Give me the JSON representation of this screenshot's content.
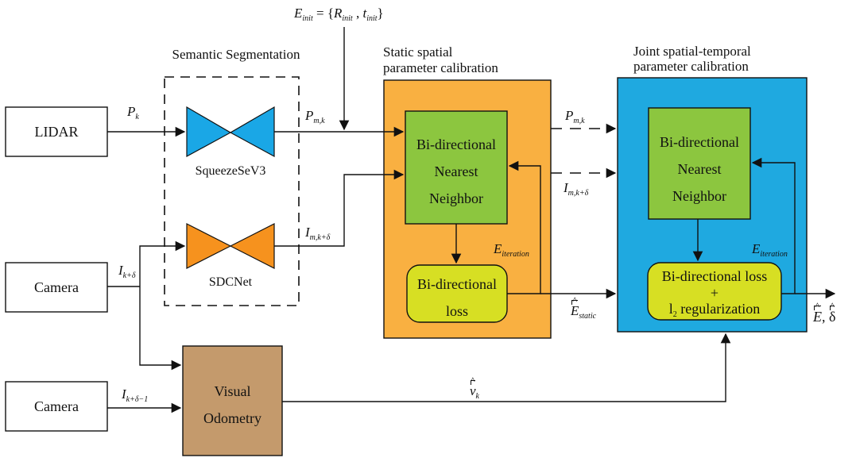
{
  "section_titles": {
    "semantic_segmentation": "Semantic Segmentation",
    "static_calibration_line1": "Static spatial",
    "static_calibration_line2": "parameter calibration",
    "joint_calibration_line1": "Joint spatial-temporal",
    "joint_calibration_line2": "parameter calibration"
  },
  "inputs": {
    "lidar": "LIDAR",
    "camera_1": "Camera",
    "camera_2": "Camera"
  },
  "networks": {
    "squeezeseg": "SqueezeSeV3",
    "sdcnet": "SDCNet"
  },
  "blocks": {
    "static_nn_line1": "Bi-directional",
    "static_nn_line2": "Nearest",
    "static_nn_line3": "Neighbor",
    "static_loss_line1": "Bi-directional",
    "static_loss_line2": "loss",
    "joint_nn_line1": "Bi-directional",
    "joint_nn_line2": "Nearest",
    "joint_nn_line3": "Neighbor",
    "joint_loss_line1": "Bi-directional loss",
    "joint_loss_line2": "+",
    "joint_loss_line3_pre": "l",
    "joint_loss_line3_sub": "2",
    "joint_loss_line3_post": " regularization",
    "visual_odometry_line1": "Visual",
    "visual_odometry_line2": "Odometry"
  },
  "signals": {
    "e_init": "E",
    "e_init_sub": "init",
    "e_init_eq": " = {",
    "r_init": "R",
    "r_init_sub": "init",
    "comma": " , ",
    "t_init": "t",
    "t_init_sub": "init",
    "close": "}",
    "p_k": "P",
    "p_k_sub": "k",
    "p_mk": "P",
    "p_mk_sub": "m,k",
    "p_mk_right": "P",
    "p_mk_right_sub": "m,k",
    "i_mkd": "I",
    "i_mkd_sub": "m,k+δ",
    "i_mkd_right": "I",
    "i_mkd_right_sub": "m,k+δ",
    "i_kd": "I",
    "i_kd_sub": "k+δ",
    "i_kd1": "I",
    "i_kd1_sub": "k+δ−1",
    "e_iter_static": "E",
    "e_iter_static_sub": "iteration",
    "e_iter_joint": "E",
    "e_iter_joint_sub": "iteration",
    "e_static": "E",
    "e_static_sub": "static",
    "v_k": "v",
    "v_k_sub": "k",
    "out_e": "E",
    "out_sep": ", ",
    "out_delta": "δ"
  },
  "colors": {
    "static_panel": "#f9b041",
    "joint_panel": "#1fa9e0",
    "nn_block": "#8cc63f",
    "loss_block": "#d7df23",
    "squeezeseg": "#1aa7e6",
    "sdcnet": "#f6921e",
    "visual_odometry": "#c49a6c"
  }
}
